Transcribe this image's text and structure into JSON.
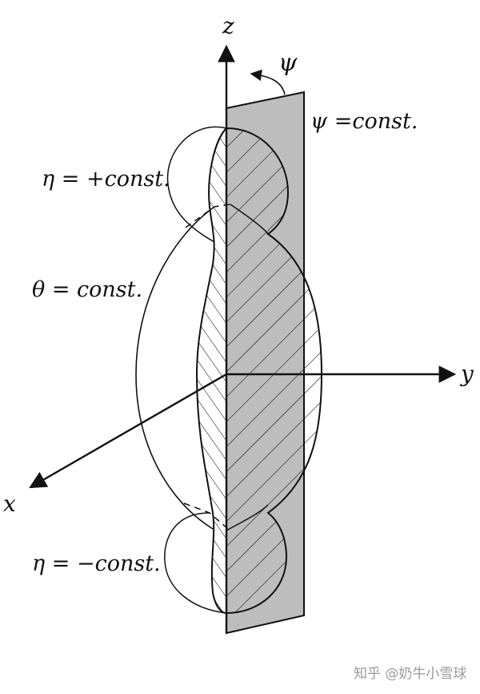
{
  "axes": {
    "z": "z",
    "y": "y",
    "x": "x",
    "psi": "ψ"
  },
  "labels": {
    "psi_const": "ψ =const.",
    "eta_plus": "η = +const.",
    "theta_const": "θ = const.",
    "eta_minus": "η = −const."
  },
  "watermark": "知乎 @奶牛小雪球",
  "colors": {
    "plane_fill": "#bdbdbd",
    "stroke": "#111111",
    "background": "#ffffff"
  }
}
